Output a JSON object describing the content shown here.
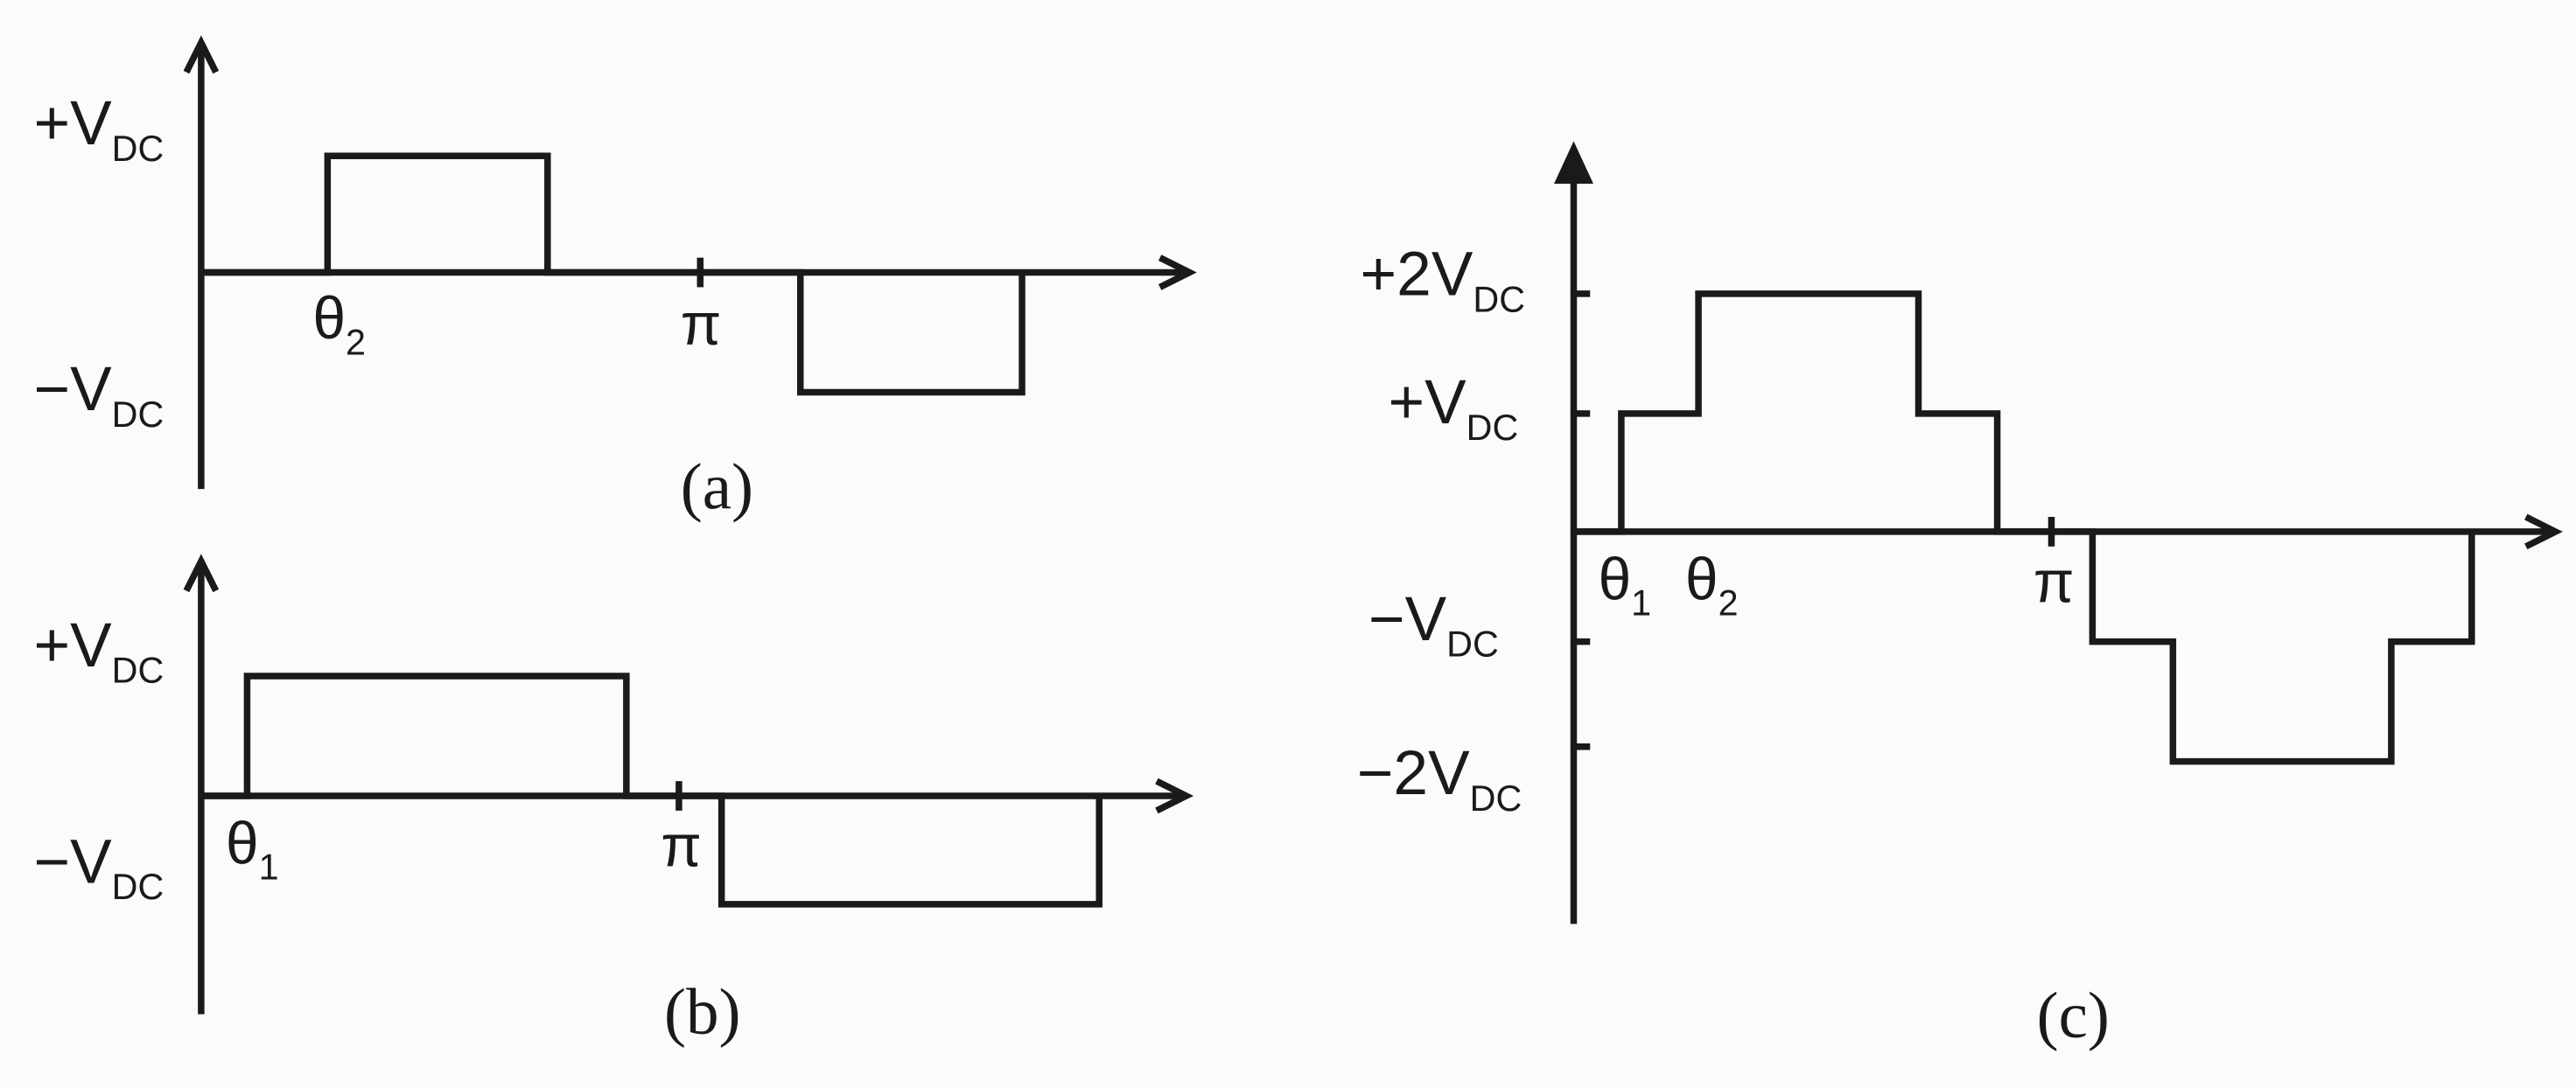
{
  "panels": {
    "a": {
      "caption": "(a)",
      "y_labels": {
        "pos_main": "+V",
        "pos_sub": "DC",
        "neg_main": "−V",
        "neg_sub": "DC"
      },
      "x_labels": {
        "angle_main": "θ",
        "angle_sub": "2",
        "pi": "π"
      }
    },
    "b": {
      "caption": "(b)",
      "y_labels": {
        "pos_main": "+V",
        "pos_sub": "DC",
        "neg_main": "−V",
        "neg_sub": "DC"
      },
      "x_labels": {
        "angle_main": "θ",
        "angle_sub": "1",
        "pi": "π"
      }
    },
    "c": {
      "caption": "(c)",
      "y_labels": {
        "pos2_main": "+2V",
        "pos2_sub": "DC",
        "pos1_main": "+V",
        "pos1_sub": "DC",
        "neg1_main": "−V",
        "neg1_sub": "DC",
        "neg2_main": "−2V",
        "neg2_sub": "DC"
      },
      "x_labels": {
        "angle1_main": "θ",
        "angle1_sub": "1",
        "angle2_main": "θ",
        "angle2_sub": "2",
        "pi": "π"
      }
    }
  },
  "colors": {
    "ink": "#1a1a1a",
    "background": "#fbfbfb"
  }
}
